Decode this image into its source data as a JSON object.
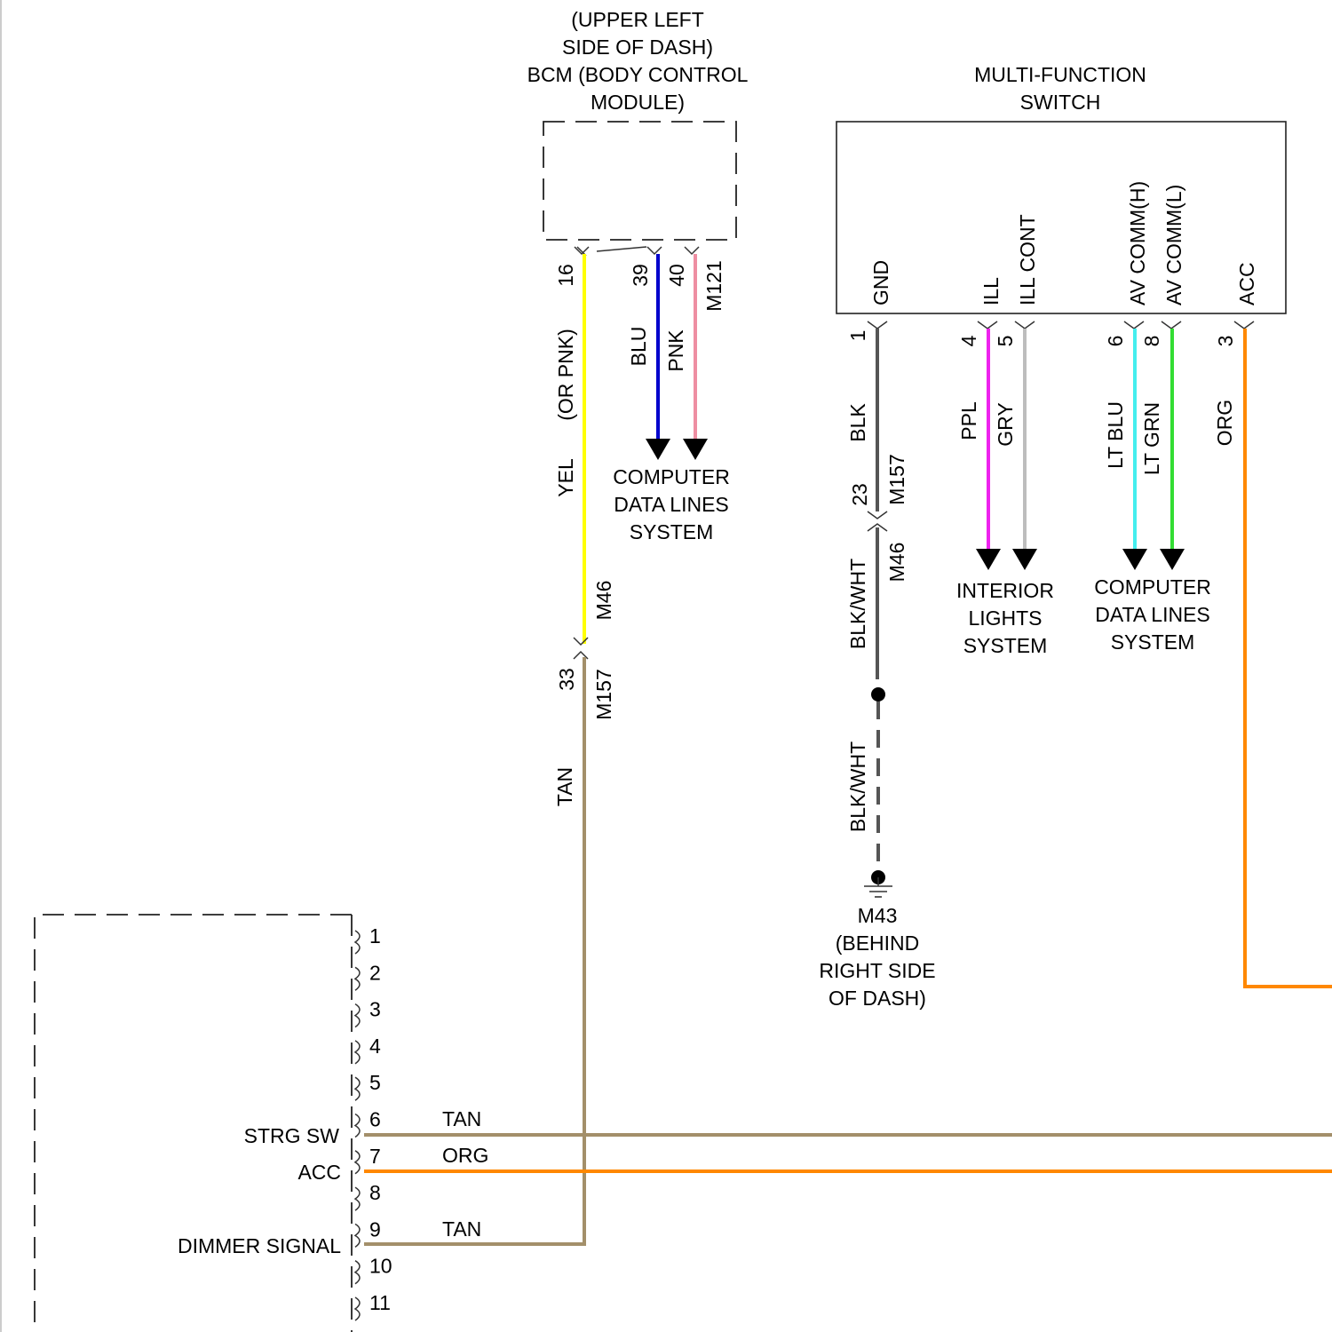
{
  "colors": {
    "YEL": "#ffff00",
    "BLU": "#0000cc",
    "PNK": "#ee8ea2",
    "TAN": "#a38f6a",
    "BLK": "#555555",
    "PPL": "#ee22ee",
    "GRY": "#bdbdbd",
    "LT_BLU": "#44eeee",
    "LT_GRN": "#33dd33",
    "ORG": "#ff8800"
  },
  "bcm": {
    "title": [
      "(UPPER LEFT",
      "SIDE OF DASH)",
      "BCM (BODY CONTROL",
      "MODULE)"
    ],
    "pins": {
      "p16": "16",
      "p39": "39",
      "p40": "40"
    },
    "connector": "M121"
  },
  "mfs": {
    "title": [
      "MULTI-FUNCTION",
      "SWITCH"
    ],
    "pin_labels": {
      "gnd": "GND",
      "ill": "ILL",
      "ill_cont": "ILL CONT",
      "av_comm_h": "AV COMM(H)",
      "av_comm_l": "AV COMM(L)",
      "acc": "ACC"
    },
    "pins": {
      "p1": "1",
      "p4": "4",
      "p5": "5",
      "p6": "6",
      "p8": "8",
      "p3": "3"
    }
  },
  "wires": {
    "yel": "YEL",
    "or_pnk": "(OR PNK)",
    "blu": "BLU",
    "pnk": "PNK",
    "tan": "TAN",
    "blk": "BLK",
    "blk_wht_1": "BLK/WHT",
    "blk_wht_2": "BLK/WHT",
    "ppl": "PPL",
    "gry": "GRY",
    "lt_blu": "LT BLU",
    "lt_grn": "LT GRN",
    "org": "ORG",
    "tan_row6": "TAN",
    "org_row7": "ORG",
    "tan_row9": "TAN"
  },
  "inline_connectors": {
    "left_m46": "M46",
    "left_pin": "33",
    "left_m157": "M157",
    "mid_m157": "M157",
    "mid_pin": "23",
    "mid_m46": "M46"
  },
  "destinations": {
    "computer_data_1": [
      "COMPUTER",
      "DATA LINES",
      "SYSTEM"
    ],
    "interior_lights": [
      "INTERIOR",
      "LIGHTS",
      "SYSTEM"
    ],
    "computer_data_2": [
      "COMPUTER",
      "DATA LINES",
      "SYSTEM"
    ]
  },
  "ground": {
    "label": [
      "M43",
      "(BEHIND",
      "RIGHT SIDE",
      "OF DASH)"
    ]
  },
  "lower_module": {
    "pins": [
      "1",
      "2",
      "3",
      "4",
      "5",
      "6",
      "7",
      "8",
      "9",
      "10",
      "11"
    ],
    "signals": {
      "strg_sw": "STRG SW",
      "acc": "ACC",
      "dimmer": "DIMMER SIGNAL"
    }
  }
}
